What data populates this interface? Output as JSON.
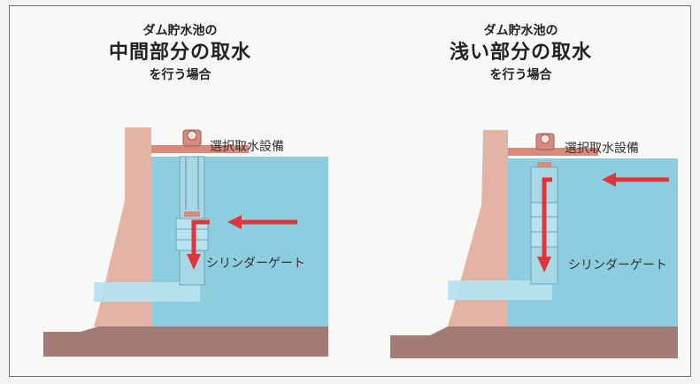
{
  "panels": [
    {
      "title_sub": "ダム貯水池の",
      "title_main": "中間部分の取水",
      "title_tail": "を行う場合",
      "label_equipment": "選択取水設備",
      "label_gate": "シリンダーゲート"
    },
    {
      "title_sub": "ダム貯水池の",
      "title_main": "浅い部分の取水",
      "title_tail": "を行う場合",
      "label_equipment": "選択取水設備",
      "label_gate": "シリンダーゲート"
    }
  ],
  "colors": {
    "water": "#8ccde0",
    "water_light": "#b7e2ef",
    "dam": "#e3b3a6",
    "ground": "#a27c74",
    "arrow": "#e0353a",
    "equipment": "#d98a7d"
  }
}
